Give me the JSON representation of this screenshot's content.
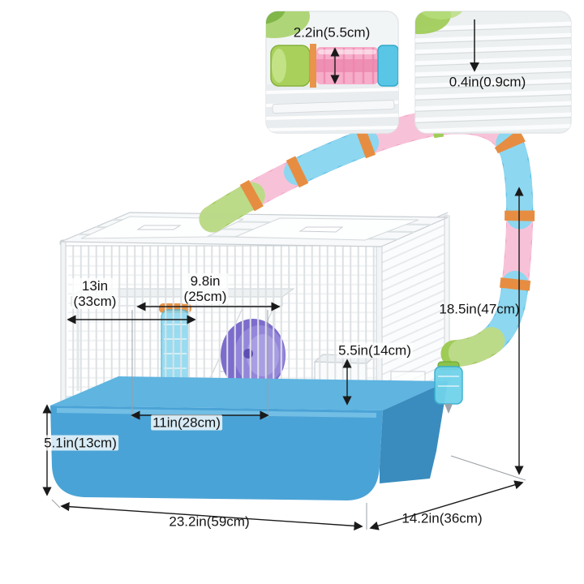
{
  "insets": {
    "tube_closeup": {
      "dimension": "2.2in(5.5cm)"
    },
    "wire_closeup": {
      "dimension": "0.4in(0.9cm)"
    }
  },
  "dimensions": {
    "shelf_width": {
      "line1": "13in",
      "line2": "(33cm)"
    },
    "platform_width": {
      "line1": "9.8in",
      "line2": "(25cm)"
    },
    "cage_height": "18.5in(47cm)",
    "accessory_height": "5.5in(14cm)",
    "inner_width": "11in(28cm)",
    "base_height": "5.1in(13cm)",
    "overall_width": "23.2in(59cm)",
    "overall_depth": "14.2in(36cm)"
  },
  "colors": {
    "base_blue": "#4aa3d6",
    "tube_pink": "#f4a6c6",
    "tube_blue": "#58c5ea",
    "tube_green": "#9ccb52",
    "connector_orange": "#e78a3c",
    "dimension_line": "#1a1a1a"
  }
}
